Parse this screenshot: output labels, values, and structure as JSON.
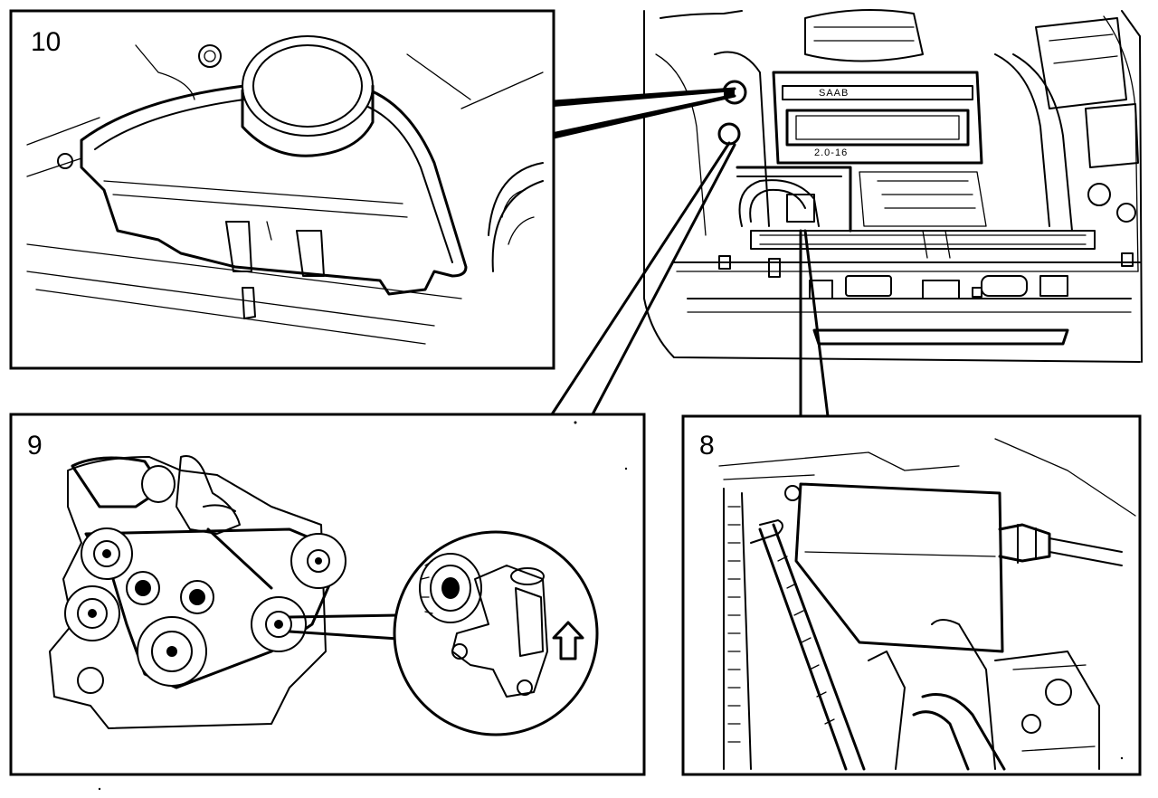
{
  "panels": {
    "p10": {
      "label": "10"
    },
    "p9": {
      "label": "9"
    },
    "p8": {
      "label": "8"
    }
  },
  "engine_markings": {
    "brand": "SAAB",
    "engine": "2.0-16"
  }
}
